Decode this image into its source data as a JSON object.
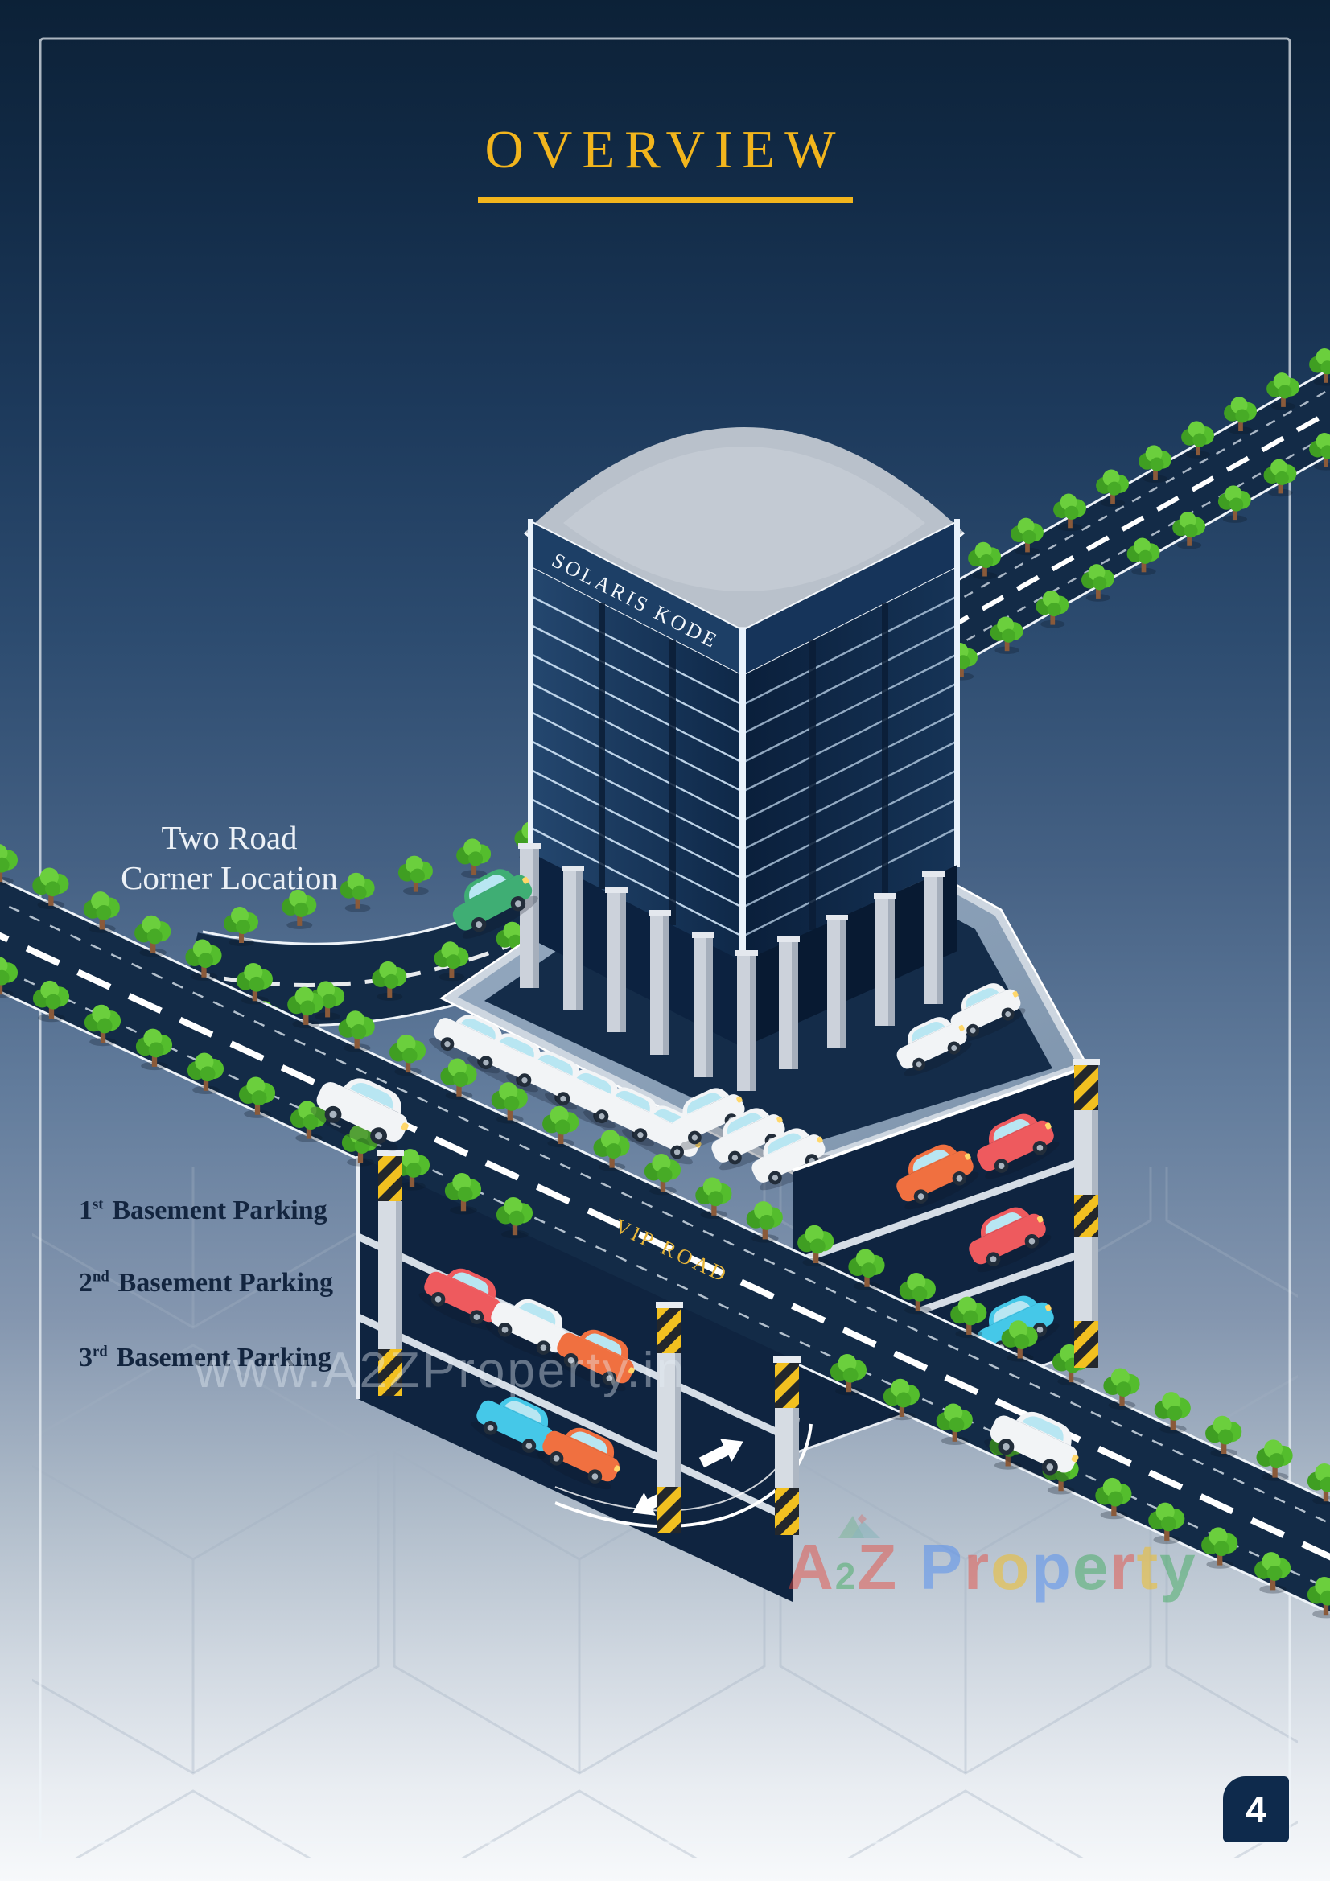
{
  "page": {
    "title": "OVERVIEW",
    "number": "4"
  },
  "scene": {
    "building_sign": "SOLARIS KODE",
    "road_label": "VIP ROAD",
    "corner_note": {
      "line1": "Two Road",
      "line2": "Corner Location"
    },
    "basements": [
      {
        "num": "1",
        "sup": "st",
        "label": "Basement Parking"
      },
      {
        "num": "2",
        "sup": "nd",
        "label": "Basement Parking"
      },
      {
        "num": "3",
        "sup": "rd",
        "label": "Basement Parking"
      }
    ]
  },
  "watermarks": {
    "url": "www.A2ZProperty.in",
    "brand": {
      "letters": [
        {
          "ch": "A"
        },
        {
          "ch": "2"
        },
        {
          "ch": "Z"
        },
        {
          "ch": "P"
        },
        {
          "ch": "r"
        },
        {
          "ch": "o"
        },
        {
          "ch": "p"
        },
        {
          "ch": "e"
        },
        {
          "ch": "r"
        },
        {
          "ch": "t"
        },
        {
          "ch": "y"
        }
      ]
    }
  },
  "colors": {
    "accent_gold": "#F2B51D",
    "deep_navy": "#0C2137",
    "road_navy": "#132B47",
    "building_glass": "#16345A",
    "roof_gray": "#B9C1CB",
    "tree_green": "#54BD2D",
    "car_red": "#EE5A5E",
    "car_orange": "#F07040",
    "car_cyan": "#45C8E8",
    "car_green": "#3FAE74",
    "badge_navy": "#0E2A4C",
    "road_label_gold": "#E7B53A",
    "brand_palette": {
      "red": "#EA4335",
      "green": "#34A853",
      "blue": "#4285F4",
      "yellow": "#FBBC05"
    }
  }
}
